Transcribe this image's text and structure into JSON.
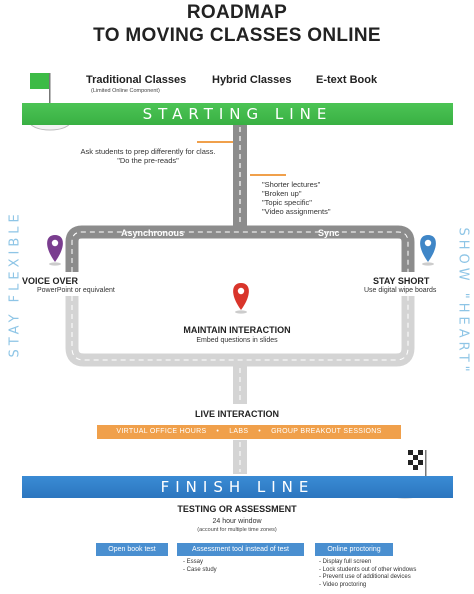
{
  "title": {
    "line1": "ROADMAP",
    "line2": "TO MOVING CLASSES ONLINE"
  },
  "course_types": [
    {
      "label": "Traditional Classes",
      "sub": "(Limited Online Component)"
    },
    {
      "label": "Hybrid Classes"
    },
    {
      "label": "E-text Book"
    }
  ],
  "start_bar": {
    "text": "STARTING LINE",
    "color": "#3dbb46"
  },
  "finish_bar": {
    "text": "FINISH LINE",
    "color": "#2f7fc9"
  },
  "notes": {
    "prep": "Ask students to prep differently for class.",
    "prep2": "\"Do the pre-reads\"",
    "lecture1": "\"Shorter lectures\"",
    "lecture2": "\"Broken up\"",
    "lecture3": "\"Topic specific\"",
    "lecture4": "\"Video assignments\""
  },
  "road": {
    "left": "Asynchronous",
    "right": "Sync"
  },
  "voice_over": {
    "title": "VOICE OVER",
    "sub": "PowerPoint or equivalent"
  },
  "stay_short": {
    "title": "STAY SHORT",
    "sub": "Use digital wipe boards"
  },
  "maintain": {
    "title": "MAINTAIN INTERACTION",
    "sub": "Embed questions in slides"
  },
  "side_left": "STAY FLEXIBLE",
  "side_right": "SHOW \"HEART\"",
  "live": {
    "title": "LIVE INTERACTION",
    "items": [
      "VIRTUAL OFFICE HOURS",
      "LABS",
      "GROUP BREAKOUT SESSIONS"
    ]
  },
  "testing": {
    "title": "TESTING OR ASSESSMENT",
    "window": "24 hour window",
    "window_sub": "(account for multiple time zones)",
    "options": [
      "Open book test",
      "Assessment tool instead of test",
      "Online proctoring"
    ],
    "tool_bullets": [
      "- Essay",
      "- Case study"
    ],
    "proctor_bullets": [
      "- Display full screen",
      "- Lock students out of other windows",
      "- Prevent use of additional devices",
      "- Video proctoring"
    ]
  },
  "colors": {
    "road": "#c9c9c9",
    "road_dark": "#8c8c8c",
    "pin_purple": "#7a3d8f",
    "pin_red": "#d9352b",
    "pin_blue": "#3f86c7",
    "orange": "#f0a04b"
  }
}
